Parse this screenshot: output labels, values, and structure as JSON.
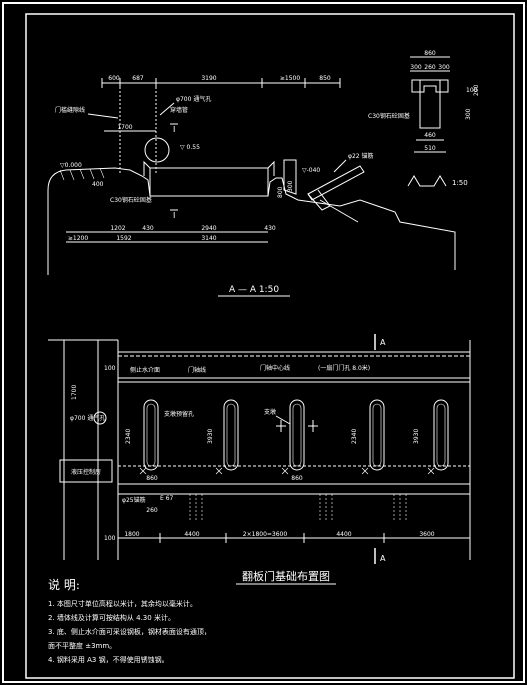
{
  "section": {
    "title": "A — A 1:50",
    "detail_scale": "1:50",
    "labels": {
      "door_gap_line": "门槛缝隙线",
      "vent": "φ700 通气孔",
      "wall_pipe": "穿墙管",
      "level_zero": "▽0.000",
      "elev_055": "▽ 0.55",
      "elev_down": "▽-040",
      "c30_concrete": "C30钢石砼固基",
      "c30_concrete_detail": "C30钢石砼固基",
      "anchor": "φ22 锚筋",
      "marker_top": "I",
      "marker_bottom": "I",
      "label_100": "100"
    },
    "dims_top": [
      "600",
      "687",
      "3190",
      "≥1500",
      "850"
    ],
    "dim_1700": "1700",
    "dims_bottom_row1": [
      "1202",
      "430",
      "2940",
      "430"
    ],
    "dims_bottom_row2": [
      "≥1200",
      "1592",
      "3140"
    ],
    "dims_vertical": [
      "400",
      "800",
      "300"
    ],
    "detail_dims_top": [
      "860",
      "300",
      "260",
      "300"
    ],
    "detail_dims_bottom": [
      "460",
      "510"
    ],
    "detail_dims_side": [
      "100",
      "200",
      "300"
    ]
  },
  "plan": {
    "title": "翻板门基础布置图",
    "section_marker": "A",
    "labels": {
      "side_wall": "侧止水介面",
      "door_axis": "门轴线",
      "door_axis_label": "门轴中心线",
      "door_count": "(一扇门门孔 8.0米)",
      "bearing_hole": "支墩预留孔",
      "support": "支墩",
      "vent": "φ700 通气孔",
      "control_room": "液压控制房",
      "anchor_rebar": "φ25锚筋",
      "label_100": "100",
      "left_label": "E 67"
    },
    "dims_left_vertical": [
      "1700",
      "100"
    ],
    "dims_hole": [
      "2340",
      "3930",
      "2340",
      "3930"
    ],
    "dims_small": [
      "860",
      "860",
      "260"
    ],
    "dims_bottom": [
      "1800",
      "4400",
      "2×1800=3600",
      "4400",
      "3600"
    ]
  },
  "notes": {
    "title": "说 明:",
    "items": [
      "1. 本图尺寸单位高程以米计，其余均以毫米计。",
      "2. 墙体线及计算可按结构从 4.30 米计。",
      "3. 底、侧止水介面可采设钢板，钢材表面设有通顶，",
      "   面不平整度 ±3mm。",
      "4. 钢料采用 A3 钢，不得使用锈蚀钢。"
    ]
  }
}
